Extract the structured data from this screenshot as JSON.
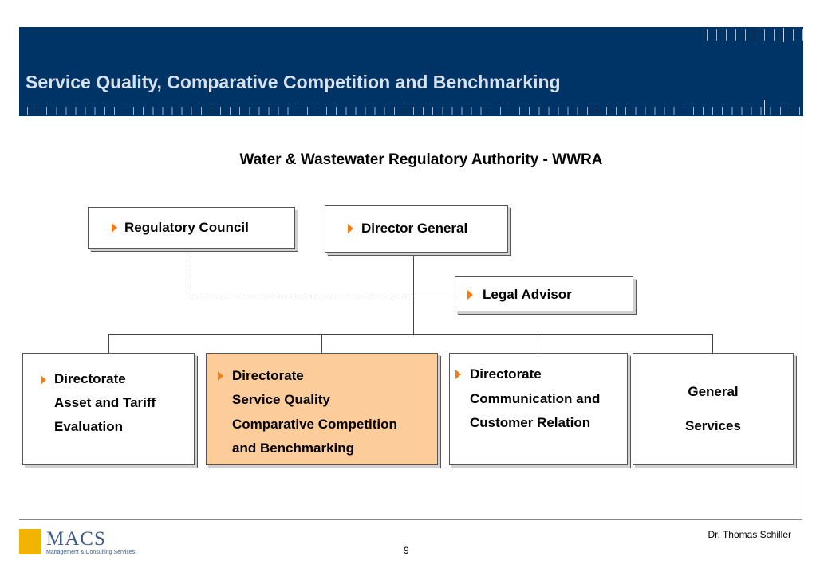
{
  "header": {
    "title": "Service Quality, Comparative Competition and Benchmarking"
  },
  "diagram": {
    "subtitle": "Water & Wastewater Regulatory Authority - WWRA",
    "regulatory_council": "Regulatory Council",
    "director_general": "Director General",
    "legal_advisor": "Legal Advisor",
    "dir_asset": [
      "Directorate",
      "Asset and Tariff",
      "Evaluation"
    ],
    "dir_service": [
      "Directorate",
      "Service Quality",
      "Comparative Competition",
      "and Benchmarking"
    ],
    "dir_comm": [
      "Directorate",
      "Communication and",
      "Customer Relation"
    ],
    "general_services": [
      "General",
      "Services"
    ]
  },
  "footer": {
    "logo": "MACS",
    "logo_sub": "Management & Consulting Services",
    "author": "Dr. Thomas Schiller",
    "page": "9"
  },
  "colors": {
    "banner": "#003366",
    "highlight": "#fdcc9b",
    "bullet": "#f07d17",
    "logo_square": "#f2b400"
  }
}
